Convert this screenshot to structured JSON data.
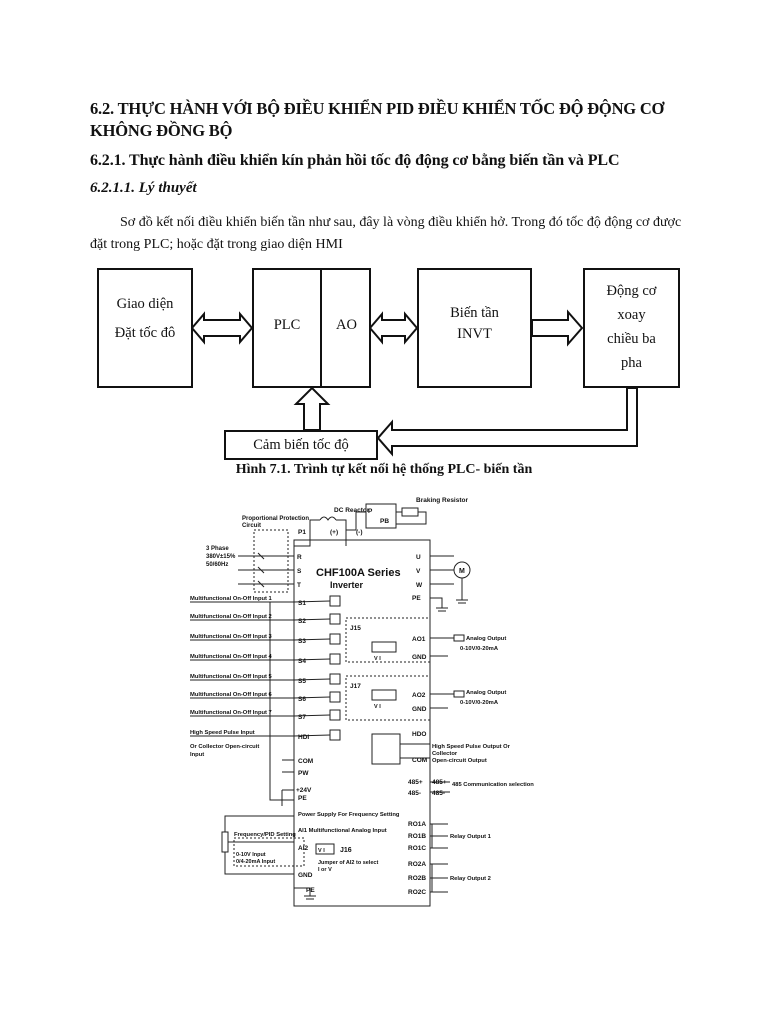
{
  "heading_main": "6.2. THỰC HÀNH VỚI BỘ ĐIỀU KHIỂN PID ĐIỀU KHIỂN TỐC ĐỘ ĐỘNG CƠ KHÔNG ĐỒNG BỘ",
  "heading_sub": "6.2.1.  Thực hành điều khiển kín phản hồi tốc độ động cơ bằng biến tần và PLC",
  "heading_subsub": "6.2.1.1. Lý thuyết",
  "paragraph": "Sơ đồ kết nối điều khiển biến tần như sau, đây là vòng điều khiển hở. Trong đó tốc độ động cơ được đặt trong PLC; hoặc đặt trong giao diện HMI",
  "block_diagram": {
    "box_hmi_line1": "Giao diện",
    "box_hmi_line2": "Đặt tốc đô",
    "box_plc": "PLC",
    "box_ao": "AO",
    "box_inverter_line1": "Biến tần",
    "box_inverter_line2": "INVT",
    "box_motor_line1": "Động cơ",
    "box_motor_line2": "xoay",
    "box_motor_line3": "chiều ba",
    "box_motor_line4": "pha",
    "box_sensor": "Cảm biến tốc độ"
  },
  "figure_caption": "Hình 7.1.  Trình tự kết nối hệ thống PLC- biến tần",
  "wiring": {
    "title_line1": "CHF100A Series",
    "title_line2": "Inverter",
    "dc_reactor": "DC Reactor",
    "braking_resistor": "Braking Resistor",
    "protection_line1": "Proportional Protection",
    "protection_line2": "Circuit",
    "supply_line1": "3 Phase",
    "supply_line2": "380V±15%",
    "supply_line3": "50/60Hz",
    "terminals_power": [
      "R",
      "S",
      "T"
    ],
    "terminal_p1": "P1",
    "terminal_plus": "(+)",
    "terminal_minus": "(-)",
    "terminal_pb_p": "P",
    "terminal_pb_pb": "PB",
    "terminals_motor": [
      "U",
      "V",
      "W",
      "PE"
    ],
    "motor_symbol": "M",
    "digital_inputs": [
      {
        "label": "Multifunctional On-Off Input 1",
        "terminal": "S1"
      },
      {
        "label": "Multifunctional On-Off Input 2",
        "terminal": "S2"
      },
      {
        "label": "Multifunctional On-Off Input 3",
        "terminal": "S3"
      },
      {
        "label": "Multifunctional On-Off Input 4",
        "terminal": "S4"
      },
      {
        "label": "Multifunctional On-Off Input 5",
        "terminal": "S5"
      },
      {
        "label": "Multifunctional On-Off Input 6",
        "terminal": "S6"
      },
      {
        "label": "Multifunctional On-Off Input 7",
        "terminal": "S7"
      },
      {
        "label": "High Speed Pulse Input",
        "terminal": "HDI"
      }
    ],
    "open_collector_line1": "Or Collector Open-circuit",
    "open_collector_line2": "Input",
    "term_com": "COM",
    "term_pw": "PW",
    "term_24v": "+24V",
    "term_pe2": "PE",
    "power_supply_label": "Power Supply For Frequency Setting",
    "ai1_label": "AI1 Multifunctional Analog Input",
    "freq_pid": "Frequency/PID Setting",
    "term_ai2": "AI2",
    "ai2_range_line1": "0-10V  Input",
    "ai2_range_line2": "0/4-20mA  Input",
    "j16": "J16",
    "jumper_line1": "Jumper of AI2 to  select",
    "jumper_line2": "I or V",
    "term_gnd": "GND",
    "term_pe3": "PE",
    "j15": "J15",
    "ao1": "AO1",
    "gnd_a": "GND",
    "analog_out1_line1": "Analog Output",
    "analog_out1_line2": "0-10V/0-20mA",
    "j17": "J17",
    "ao2": "AO2",
    "gnd_b": "GND",
    "analog_out2_line1": "Analog Output",
    "analog_out2_line2": "0-10V/0-20mA",
    "hdo": "HDO",
    "com2": "COM",
    "hs_out_line1": "High Speed Pulse Output Or",
    "hs_out_line2": "Collector",
    "hs_out_line3": "Open-circuit Output",
    "t485p": "485+",
    "t485m": "485-",
    "t485p2": "485+",
    "t485m2": "485-",
    "comm_sel": "485 Communication selection",
    "ro1a": "RO1A",
    "ro1b": "RO1B",
    "ro1c": "RO1C",
    "relay1": "Relay Output 1",
    "ro2a": "RO2A",
    "ro2b": "RO2B",
    "ro2c": "RO2C",
    "relay2": "Relay Output 2",
    "jumper_vi": "V   I"
  }
}
